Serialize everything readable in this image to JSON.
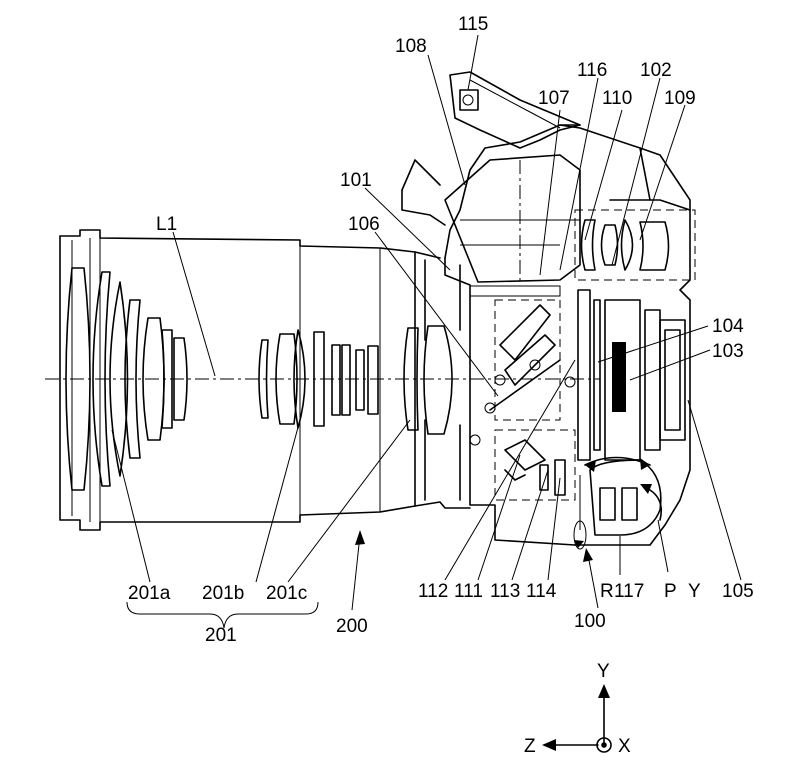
{
  "labels": {
    "l115": "115",
    "l108": "108",
    "l116": "116",
    "l102": "102",
    "l107": "107",
    "l110": "110",
    "l109": "109",
    "l101": "101",
    "lL1": "L1",
    "l106": "106",
    "l104": "104",
    "l103": "103",
    "l201a": "201a",
    "l201b": "201b",
    "l201c": "201c",
    "l200": "200",
    "l201": "201",
    "l112": "112",
    "l111": "111",
    "l113": "113",
    "l114": "114",
    "lR": "R",
    "l117": "117",
    "lP": "P",
    "lY": "Y",
    "l105": "105",
    "l100": "100"
  },
  "axes": {
    "y": "Y",
    "z": "Z",
    "x": "X"
  }
}
